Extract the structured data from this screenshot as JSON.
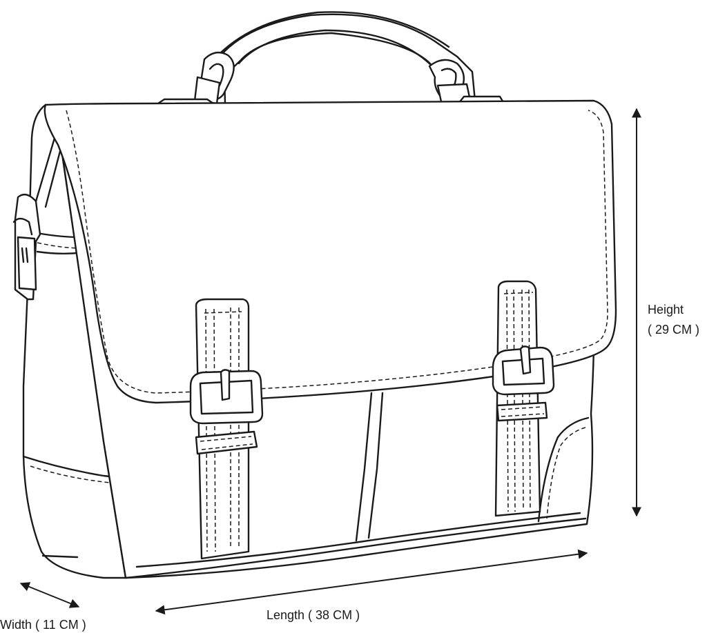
{
  "dimensions": {
    "height_label": "Height",
    "height_value": "( 29 CM )",
    "length_label": "Length ( 38 CM )",
    "width_label": "Width ( 11 CM )"
  },
  "colors": {
    "line": "#1a1a1a",
    "background": "#ffffff"
  }
}
